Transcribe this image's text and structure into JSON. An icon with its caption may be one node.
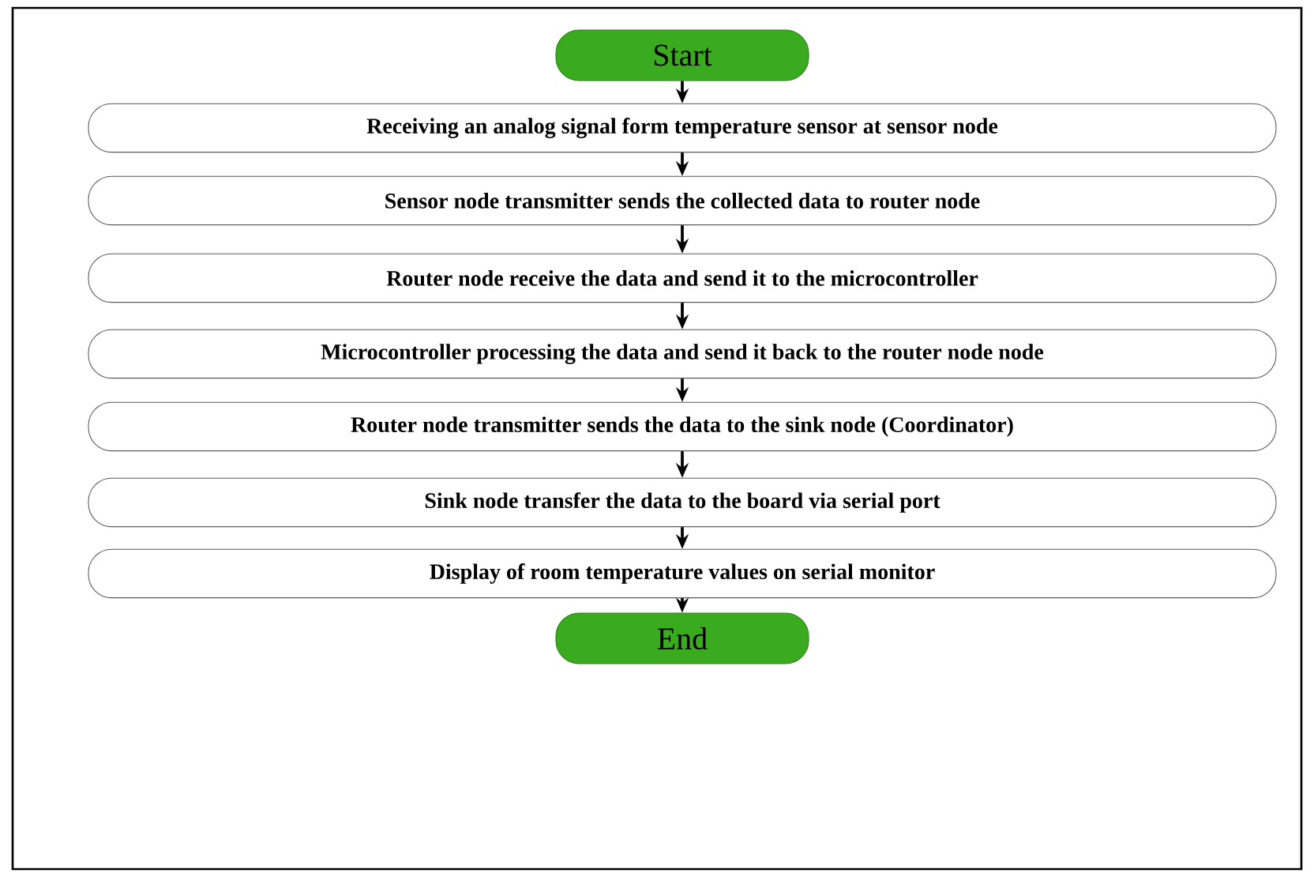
{
  "diagram": {
    "nodes": [
      {
        "text": [
          "Start"
        ]
      },
      {
        "text": [
          "Receiving an analog signal form temperature sensor at sensor node"
        ]
      },
      {
        "text": [
          "Sensor  node transmitter sends the collected data to router node"
        ]
      },
      {
        "text": [
          "Router node receive the data and send it to the microcontroller"
        ]
      },
      {
        "text": [
          "Microcontroller processing the data and send it back to the router node  node"
        ]
      },
      {
        "text": [
          "Router node transmitter sends the data to the sink node (Coordinator)"
        ]
      },
      {
        "text": [
          "Sink node transfer the data to the board via serial port"
        ]
      },
      {
        "text": [
          "Display of room temperature values on serial monitor"
        ]
      },
      {
        "text": [
          "End"
        ]
      }
    ],
    "edges": [
      {
        "from": 0,
        "to": 1,
        "arrow": "to"
      },
      {
        "from": 1,
        "to": 2,
        "arrow": "to"
      },
      {
        "from": 2,
        "to": 3,
        "arrow": "to"
      },
      {
        "from": 3,
        "to": 4,
        "arrow": "to"
      },
      {
        "from": 4,
        "to": 5,
        "arrow": "to"
      },
      {
        "from": 5,
        "to": 6,
        "arrow": "to"
      },
      {
        "from": 6,
        "to": 7,
        "arrow": "to"
      },
      {
        "from": 7,
        "to": 8,
        "arrow": "to"
      }
    ]
  }
}
